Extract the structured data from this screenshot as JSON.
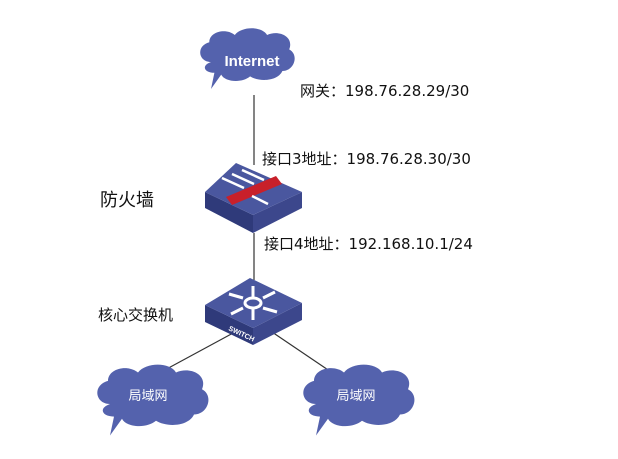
{
  "colors": {
    "cloud": "#5462ad",
    "device_top": "#4a579f",
    "device_side": "#2f3a7a",
    "firewall_bar": "#c8202a",
    "line": "#333333"
  },
  "nodes": {
    "internet": {
      "label": "Internet",
      "icon": "cloud-icon"
    },
    "firewall": {
      "label": "防火墙",
      "icon": "firewall-icon"
    },
    "core_switch": {
      "label": "核心交换机",
      "icon": "switch-icon",
      "badge": "SWITCH"
    },
    "lan_left": {
      "label": "局域网",
      "icon": "cloud-icon"
    },
    "lan_right": {
      "label": "局域网",
      "icon": "cloud-icon"
    }
  },
  "links": {
    "gateway": "网关：198.76.28.29/30",
    "port3": "接口3地址：198.76.28.30/30",
    "port4": "接口4地址：192.168.10.1/24"
  }
}
